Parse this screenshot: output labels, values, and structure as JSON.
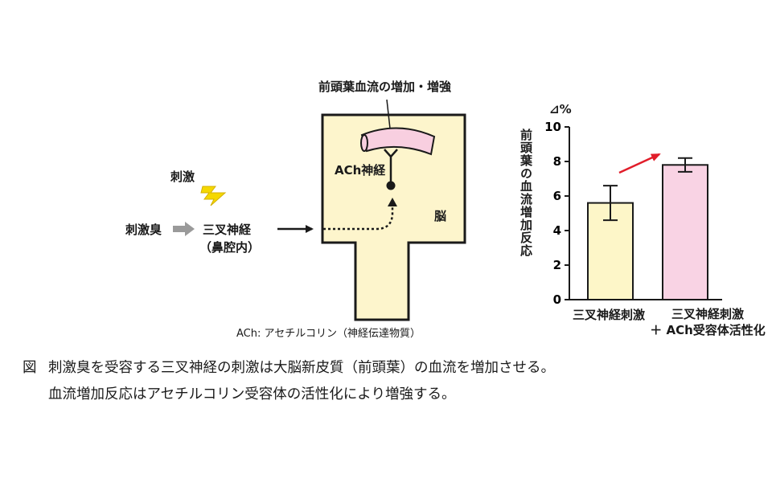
{
  "diagram": {
    "stimulus_label": "刺激",
    "odor_label": "刺激臭",
    "nerve_label": "三叉神経",
    "nerve_location": "（鼻腔内）",
    "brain_label": "脳",
    "neuron_label": "ACh神経",
    "blood_flow_label": "前頭葉血流の増加・増強",
    "ach_note": "ACh: アセチルコリン（神経伝達物質）",
    "colors": {
      "brain_fill": "#fdf5cc",
      "vessel_fill": "#f8cfe0",
      "bolt": "#f5d800",
      "arrow_gray": "#9a9a9a"
    }
  },
  "chart_data": {
    "type": "bar",
    "ylabel": "前頭葉の血流増加反応",
    "yunit": "⊿%",
    "ylim": [
      0,
      10
    ],
    "yticks": [
      "0",
      "2",
      "4",
      "6",
      "8",
      "10"
    ],
    "categories": [
      "三叉神経刺激",
      "三叉神経刺激＋ACh受容体活性化"
    ],
    "category_lines": [
      [
        "三叉神経刺激"
      ],
      [
        "三叉神経刺激",
        "＋ ACh受容体活性化"
      ]
    ],
    "values": [
      5.6,
      7.8
    ],
    "errors": [
      1.0,
      0.4
    ],
    "colors": [
      "#fdf6c8",
      "#f9d3e4"
    ],
    "trend_arrow_color": "#e11d2a"
  },
  "caption": {
    "prefix": "図",
    "line1": "刺激臭を受容する三叉神経の刺激は大脳新皮質（前頭葉）の血流を増加させる。",
    "line2": "血流増加反応はアセチルコリン受容体の活性化により増強する。"
  }
}
